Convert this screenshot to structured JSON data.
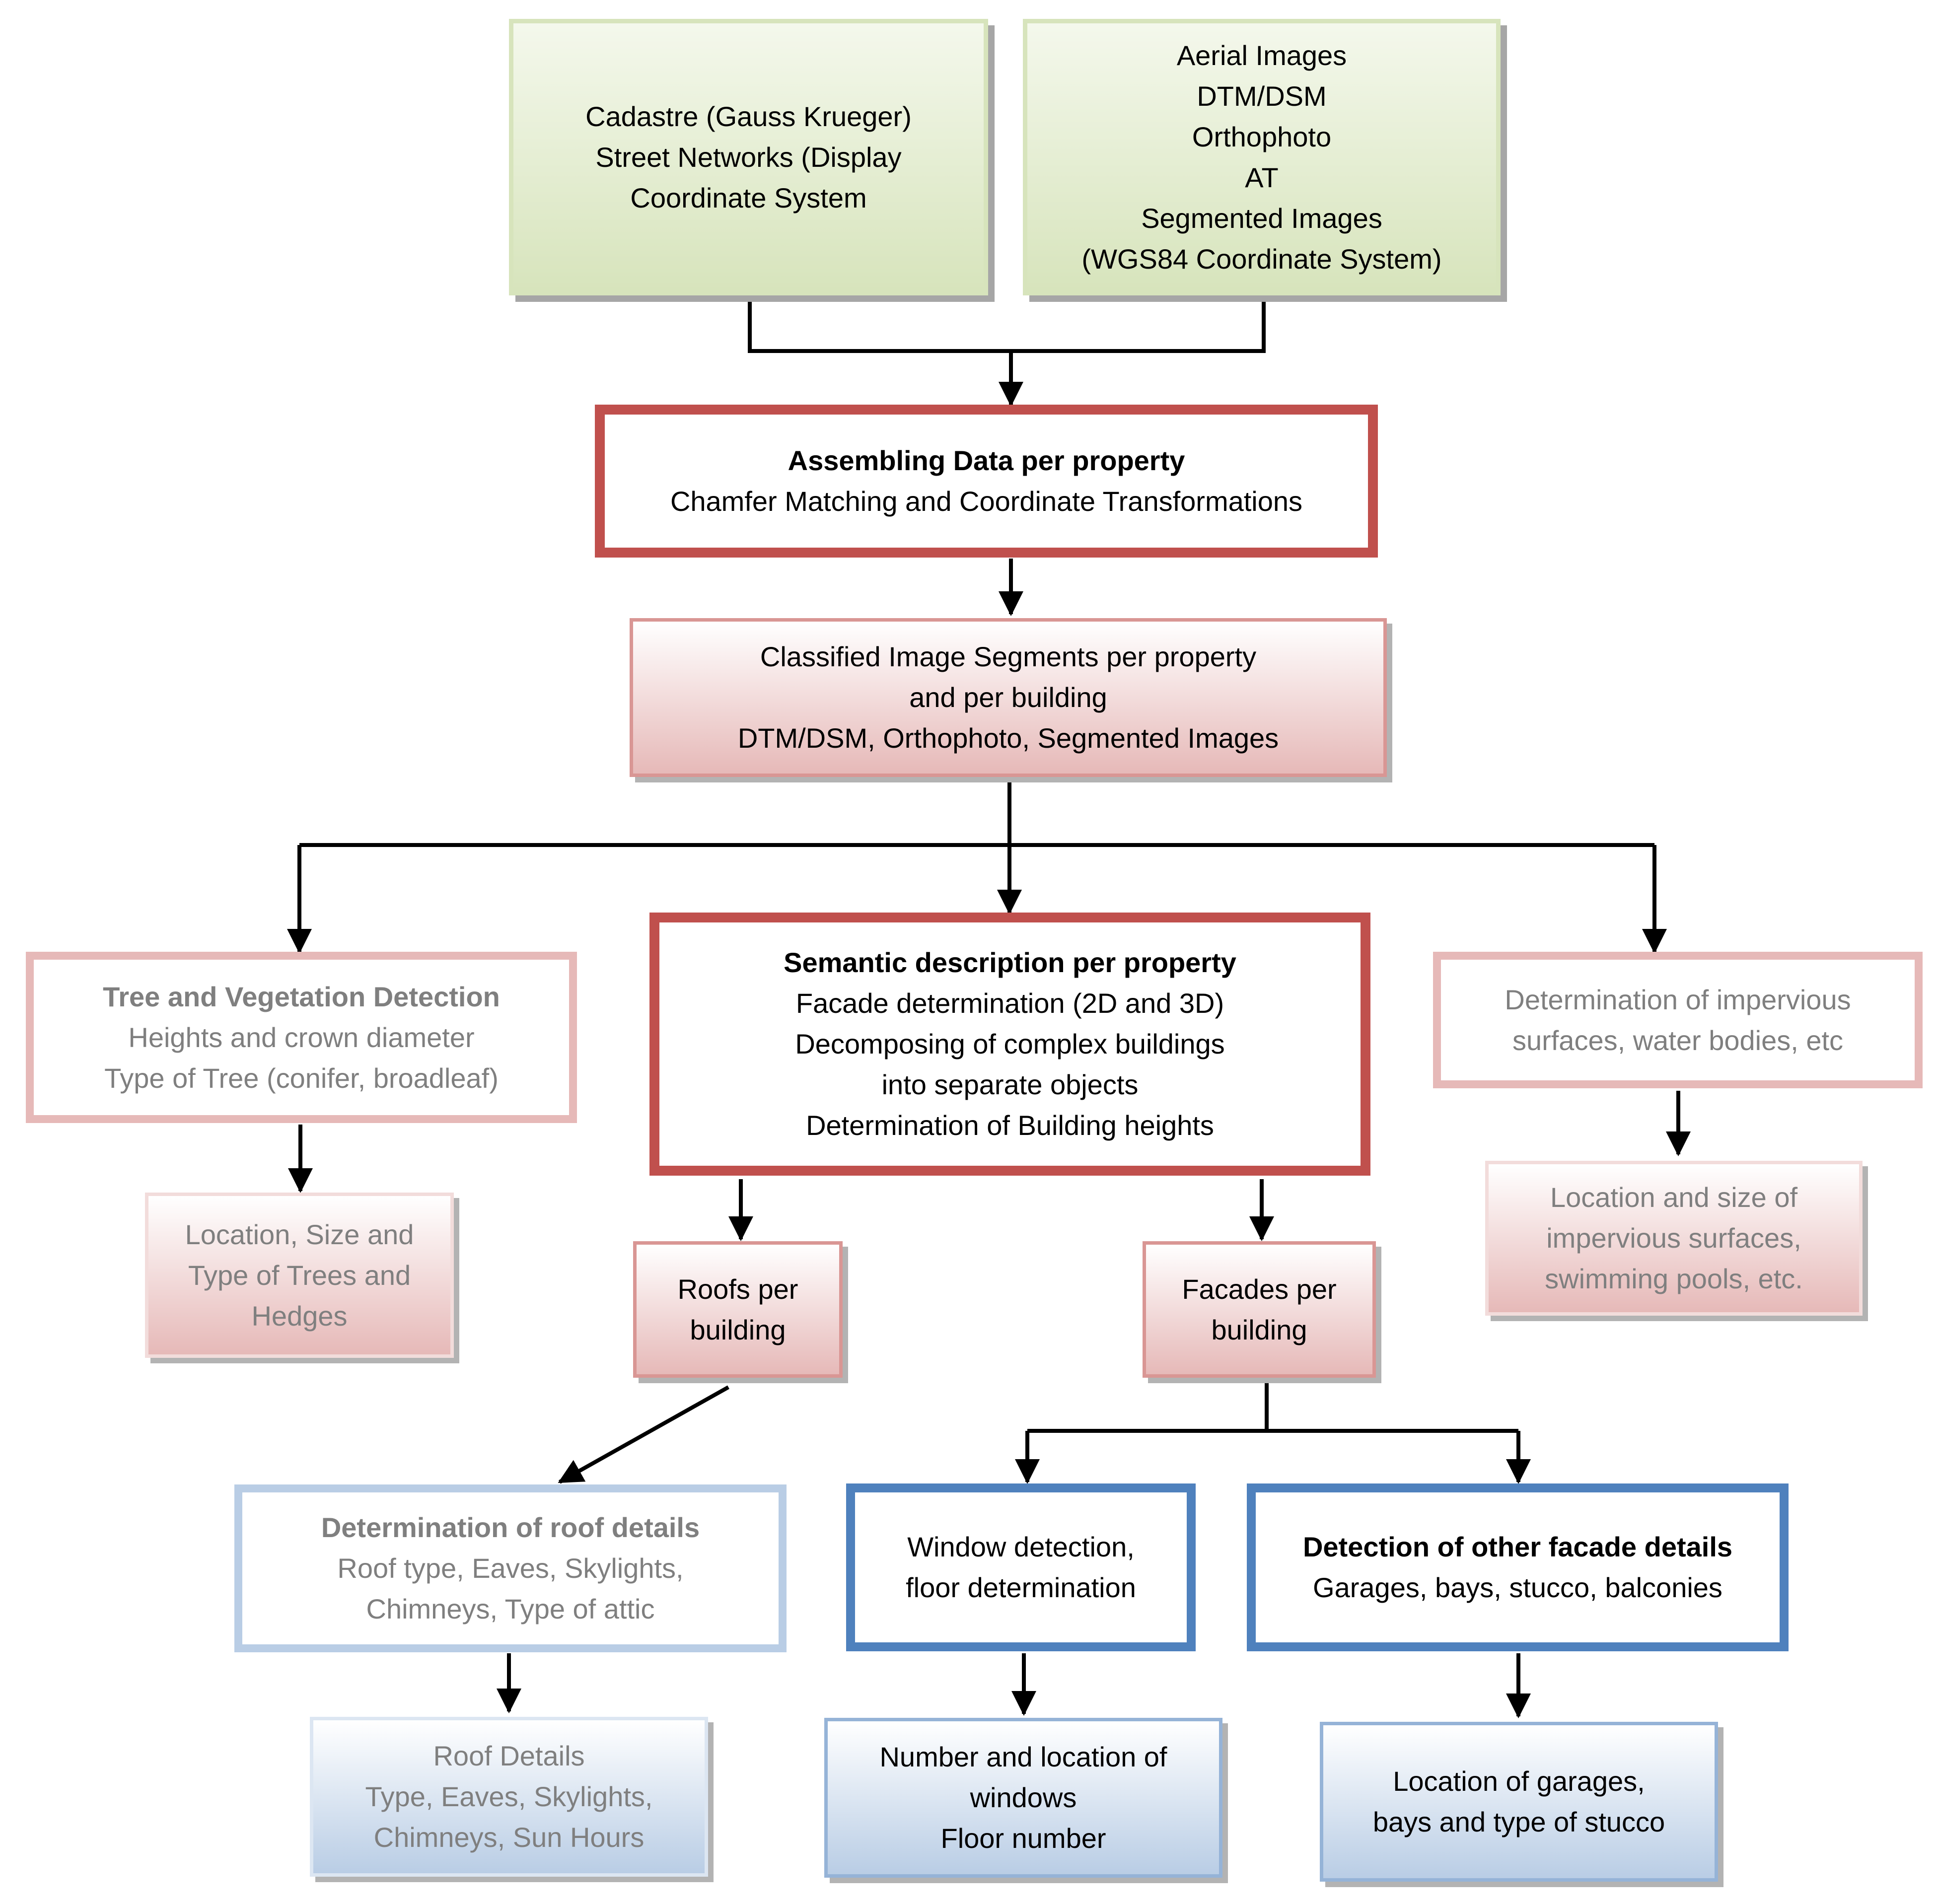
{
  "boxes": {
    "cadastre": {
      "lines": [
        "Cadastre (Gauss Krueger)",
        "Street Networks (Display",
        "Coordinate System"
      ]
    },
    "aerial": {
      "lines": [
        "Aerial Images",
        "DTM/DSM",
        "Orthophoto",
        "AT",
        "Segmented Images",
        "(WGS84 Coordinate System)"
      ]
    },
    "assembling": {
      "title": "Assembling Data per property",
      "lines": [
        "Chamfer Matching and Coordinate Transformations"
      ]
    },
    "classified": {
      "lines": [
        "Classified Image Segments per property",
        "and per building",
        "DTM/DSM, Orthophoto, Segmented Images"
      ]
    },
    "tree": {
      "title": "Tree and Vegetation Detection",
      "lines": [
        "Heights and crown diameter",
        "Type of Tree (conifer, broadleaf)"
      ]
    },
    "semantic": {
      "title": "Semantic description per property",
      "lines": [
        "Facade determination (2D and 3D)",
        "Decomposing of complex buildings",
        "into separate objects",
        "Determination of Building heights"
      ]
    },
    "impervious": {
      "lines": [
        "Determination of impervious",
        "surfaces, water bodies, etc"
      ]
    },
    "trees_location": {
      "lines": [
        "Location, Size and",
        "Type of Trees and",
        "Hedges"
      ]
    },
    "roofs": {
      "lines": [
        "Roofs per",
        "building"
      ]
    },
    "facades": {
      "lines": [
        "Facades per",
        "building"
      ]
    },
    "impervious_location": {
      "lines": [
        "Location and size of",
        "impervious surfaces,",
        "swimming pools, etc."
      ]
    },
    "roof_details_det": {
      "title": "Determination of roof details",
      "lines": [
        "Roof type, Eaves, Skylights,",
        "Chimneys, Type of attic"
      ]
    },
    "window": {
      "lines": [
        "Window detection,",
        "floor determination"
      ]
    },
    "other_facade": {
      "title": "Detection of other facade details",
      "lines": [
        "Garages, bays, stucco, balconies"
      ]
    },
    "roof_details": {
      "lines": [
        "Roof Details",
        "Type, Eaves, Skylights,",
        "Chimneys, Sun Hours"
      ]
    },
    "windows_number": {
      "lines": [
        "Number and location of",
        "windows",
        "Floor number"
      ]
    },
    "garages_location": {
      "lines": [
        "Location of garages,",
        "bays and type of stucco"
      ]
    }
  }
}
